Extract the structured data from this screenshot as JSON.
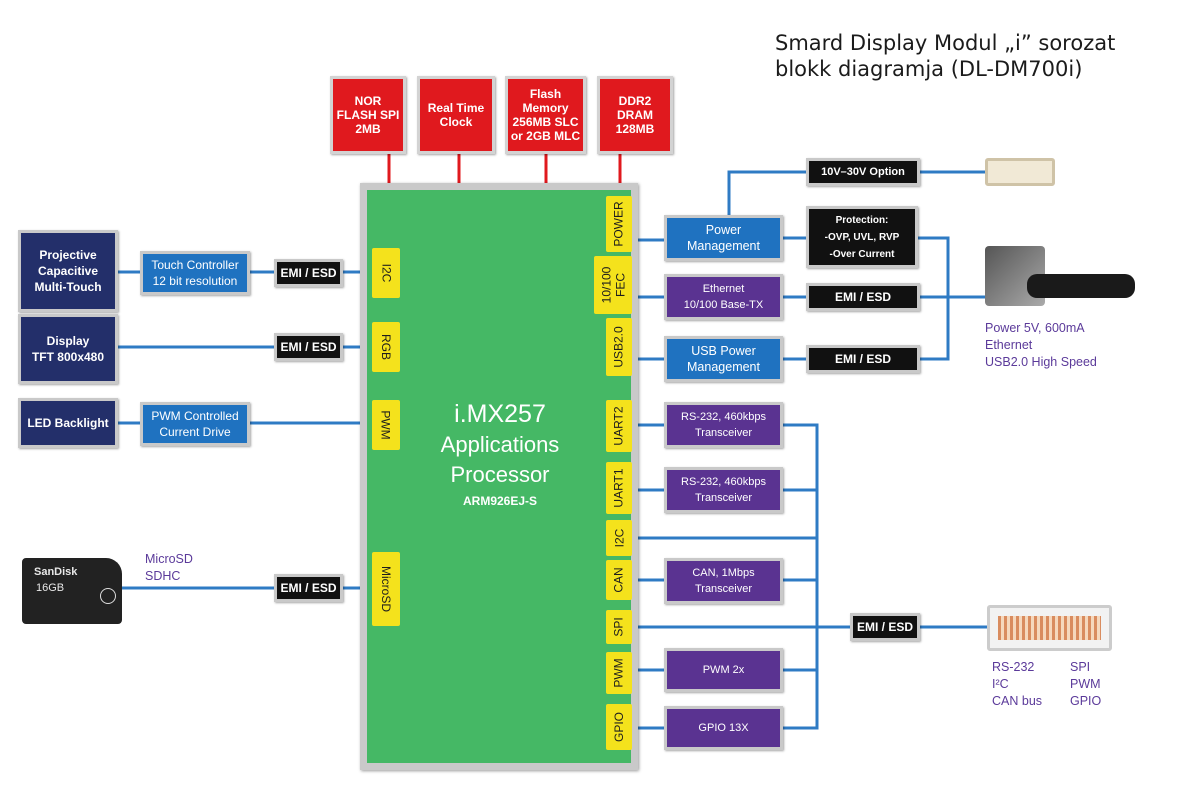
{
  "title": {
    "line1": "Smard Display Modul „i” sorozat",
    "line2": "blokk diagramja (DL-DM700i)"
  },
  "processor": {
    "line1": "i.MX257",
    "line2": "Applications",
    "line3": "Processor",
    "line4": "ARM926EJ-S"
  },
  "memory": {
    "nor": [
      "NOR",
      "FLASH SPI",
      "2MB"
    ],
    "rtc": [
      "Real Time",
      "Clock"
    ],
    "flash": [
      "Flash",
      "Memory",
      "256MB SLC",
      "or 2GB MLC"
    ],
    "ddr": [
      "DDR2",
      "DRAM",
      "128MB"
    ]
  },
  "left": {
    "projective": [
      "Projective",
      "Capacitive",
      "Multi-Touch"
    ],
    "touch_controller": [
      "Touch Controller",
      "12 bit resolution"
    ],
    "display": [
      "Display",
      "TFT 800x480"
    ],
    "led": "LED Backlight",
    "pwm_drive": [
      "PWM Controlled",
      "Current Drive"
    ],
    "sd_label": [
      "MicroSD",
      "SDHC"
    ],
    "sd_card": [
      "SanDisk",
      "16GB"
    ],
    "emi": "EMI / ESD"
  },
  "pins_left": {
    "i2c": "I2C",
    "rgb": "RGB",
    "pwm": "PWM",
    "microsd": "MicroSD"
  },
  "pins_right": {
    "power": "POWER",
    "fec": [
      "10/100",
      "FEC"
    ],
    "usb": "USB2.0",
    "uart2": "UART2",
    "uart1": "UART1",
    "i2c": "I2C",
    "can": "CAN",
    "spi": "SPI",
    "pwm": "PWM",
    "gpio": "GPIO"
  },
  "right": {
    "option": "10V–30V Option",
    "power_mgmt": [
      "Power",
      "Management"
    ],
    "protection": [
      "Protection:",
      "-OVP, UVL, RVP",
      "-Over Current"
    ],
    "ethernet": [
      "Ethernet",
      "10/100 Base-TX"
    ],
    "usb_power": [
      "USB Power",
      "Management"
    ],
    "emi": "EMI / ESD",
    "rs232_a": [
      "RS-232, 460kbps",
      "Transceiver"
    ],
    "rs232_b": [
      "RS-232, 460kbps",
      "Transceiver"
    ],
    "can": [
      "CAN, 1Mbps",
      "Transceiver"
    ],
    "pwm": "PWM 2x",
    "gpio": "GPIO 13X",
    "cable_notes": [
      "Power 5V, 600mA",
      "Ethernet",
      "USB2.0 High Speed"
    ],
    "conn_notes_left": [
      "RS-232",
      "I²C",
      "CAN bus"
    ],
    "conn_notes_right": [
      "SPI",
      "PWM",
      "GPIO"
    ]
  },
  "colors": {
    "wire": "#2f7bc4",
    "red_wire": "#e0191e",
    "cpu": "#45b865",
    "pin": "#f4e21c",
    "purple": "#5a3391",
    "blue": "#1f72c0",
    "navy": "#232f6a"
  }
}
